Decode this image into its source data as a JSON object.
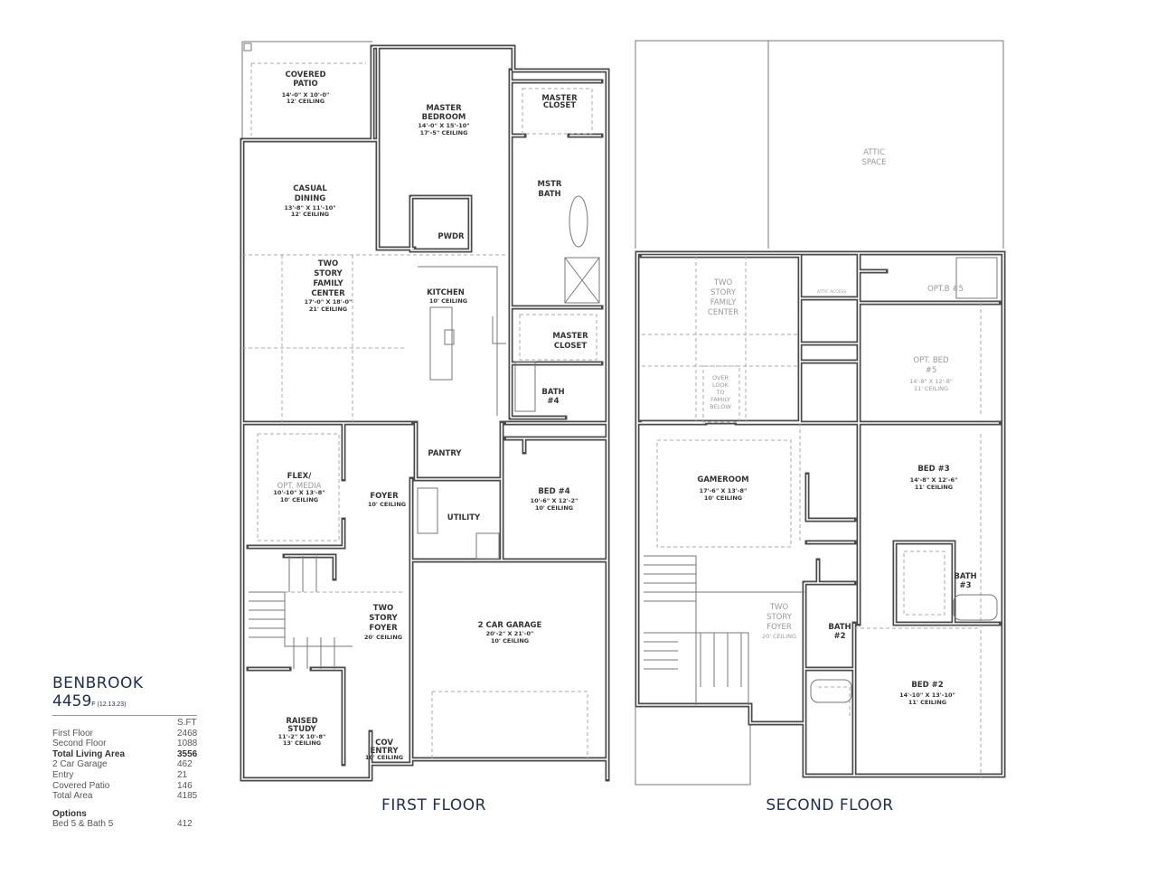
{
  "plan": {
    "name": "BENBROOK",
    "number": "4459",
    "revision": "F (12.13.23)",
    "sqft_header": "S.FT",
    "areas": [
      {
        "label": "First Floor",
        "value": "2468",
        "bold": false
      },
      {
        "label": "Second Floor",
        "value": "1088",
        "bold": false
      },
      {
        "label": "Total Living Area",
        "value": "3556",
        "bold": true
      },
      {
        "label": "2 Car Garage",
        "value": "462",
        "bold": false
      },
      {
        "label": "Entry",
        "value": "21",
        "bold": false
      },
      {
        "label": "Covered Patio",
        "value": "146",
        "bold": false
      },
      {
        "label": "Total Area",
        "value": "4185",
        "bold": false
      }
    ],
    "options_title": "Options",
    "options": [
      {
        "label": "Bed 5 & Bath 5",
        "value": "412"
      }
    ]
  },
  "first_floor": {
    "title": "FIRST FLOOR",
    "rooms": {
      "covered_patio": {
        "l1": "COVERED",
        "l2": "PATIO",
        "d1": "14'-0\" X 10'-0\"",
        "d2": "12' CEILING"
      },
      "master_bedroom": {
        "l1": "MASTER",
        "l2": "BEDROOM",
        "d1": "14'-0\" X 15'-10\"",
        "d2": "17'-5\" CEILING"
      },
      "master_closet_1": {
        "l1": "MASTER",
        "l2": "CLOSET"
      },
      "mstr_bath": {
        "l1": "MSTR",
        "l2": "BATH"
      },
      "casual_dining": {
        "l1": "CASUAL",
        "l2": "DINING",
        "d1": "13'-8\" X 11'-10\"",
        "d2": "12' CEILING"
      },
      "pwdr": {
        "l1": "PWDR"
      },
      "family_center": {
        "l1": "TWO",
        "l2": "STORY",
        "l3": "FAMILY",
        "l4": "CENTER",
        "d1": "17'-0\" X 18'-0\"",
        "d2": "21' CEILING"
      },
      "kitchen": {
        "l1": "KITCHEN",
        "d1": "10' CEILING"
      },
      "master_closet_2": {
        "l1": "MASTER",
        "l2": "CLOSET"
      },
      "bath_4": {
        "l1": "BATH",
        "l2": "#4"
      },
      "flex": {
        "l1": "FLEX/",
        "l2": "OPT. MEDIA",
        "d1": "10'-10\" X 13'-8\"",
        "d2": "10' CEILING"
      },
      "foyer": {
        "l1": "FOYER",
        "d1": "10' CEILING"
      },
      "pantry": {
        "l1": "PANTRY"
      },
      "utility": {
        "l1": "UTILITY"
      },
      "bed_4": {
        "l1": "BED #4",
        "d1": "10'-6\" X 12'-2\"",
        "d2": "10' CEILING"
      },
      "two_story_foyer": {
        "l1": "TWO",
        "l2": "STORY",
        "l3": "FOYER",
        "d1": "20' CEILING"
      },
      "garage": {
        "l1": "2 CAR GARAGE",
        "d1": "20'-2\" X 21'-0\"",
        "d2": "10' CEILING"
      },
      "raised_study": {
        "l1": "RAISED",
        "l2": "STUDY",
        "d1": "11'-2\" X 10'-8\"",
        "d2": "13' CEILING"
      },
      "cov_entry": {
        "l1": "COV",
        "l2": "ENTRY",
        "d1": "10' CEILING"
      }
    }
  },
  "second_floor": {
    "title": "SECOND FLOOR",
    "rooms": {
      "attic": {
        "l1": "ATTIC",
        "l2": "SPACE"
      },
      "family_center": {
        "l1": "TWO",
        "l2": "STORY",
        "l3": "FAMILY",
        "l4": "CENTER"
      },
      "overlook": {
        "l1": "OVER",
        "l2": "LOOK",
        "l3": "TO",
        "l4": "FAMILY",
        "l5": "BELOW"
      },
      "attic_access": {
        "l1": "ATTIC ACCESS"
      },
      "opt_bath_5": {
        "l1": "OPT.B #5"
      },
      "opt_bed_5": {
        "l1": "OPT. BED",
        "l2": "#5",
        "d1": "14'-8\" X 12'-8\"",
        "d2": "11' CEILING"
      },
      "gameroom": {
        "l1": "GAMEROOM",
        "d1": "17'-6\" X 13'-8\"",
        "d2": "10' CEILING"
      },
      "bed_3": {
        "l1": "BED #3",
        "d1": "14'-8\" X 12'-6\"",
        "d2": "11' CEILING"
      },
      "bath_3": {
        "l1": "BATH",
        "l2": "#3"
      },
      "two_story_foyer": {
        "l1": "TWO",
        "l2": "STORY",
        "l3": "FOYER",
        "d1": "20' CEILING"
      },
      "bath_2": {
        "l1": "BATH",
        "l2": "#2"
      },
      "bed_2": {
        "l1": "BED #2",
        "d1": "14'-10\" X 13'-10\"",
        "d2": "11' CEILING"
      }
    }
  },
  "colors": {
    "title": "#1f2d4a",
    "walls": "#4a4a4a",
    "optional_text": "#999999"
  }
}
